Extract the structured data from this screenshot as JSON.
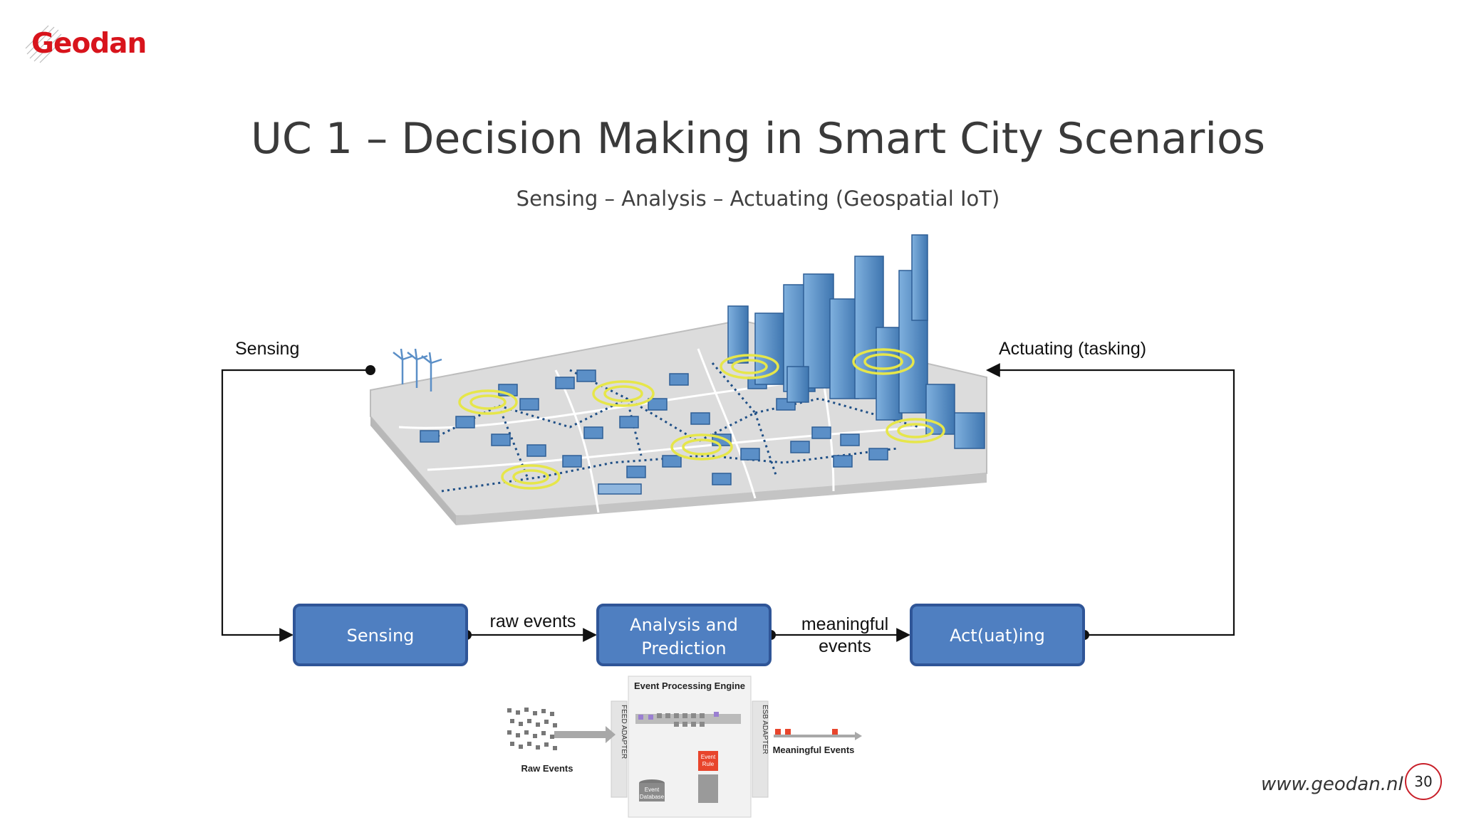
{
  "logo": {
    "text": "Geodan"
  },
  "slide": {
    "title": "UC 1 – Decision Making in Smart City Scenarios",
    "subtitle": "Sensing – Analysis – Actuating (Geospatial IoT)"
  },
  "diagram": {
    "top_labels": {
      "sensing": "Sensing",
      "actuating": "Actuating (tasking)"
    },
    "boxes": {
      "sensing": "Sensing",
      "analysis_line1": "Analysis and",
      "analysis_line2": "Prediction",
      "acting": "Act(uat)ing"
    },
    "edges": {
      "raw_events": "raw events",
      "meaningful_line1": "meaningful",
      "meaningful_line2": "events"
    },
    "engine": {
      "title": "Event Processing Engine",
      "feed_adapter": "FEED ADAPTER",
      "esb_adapter": "ESB ADAPTER",
      "raw_events": "Raw Events",
      "meaningful_events": "Meaningful Events",
      "event_rule_line1": "Event",
      "event_rule_line2": "Rule",
      "event_database_line1": "Event",
      "event_database_line2": "Database"
    },
    "colors": {
      "box_fill": "#4f7fc1",
      "box_stroke": "#2f5597",
      "city_blue": "#5b8fc7",
      "sensor_ring": "#e6e64a"
    }
  },
  "footer": {
    "url": "www.geodan.nl",
    "page": "30"
  }
}
